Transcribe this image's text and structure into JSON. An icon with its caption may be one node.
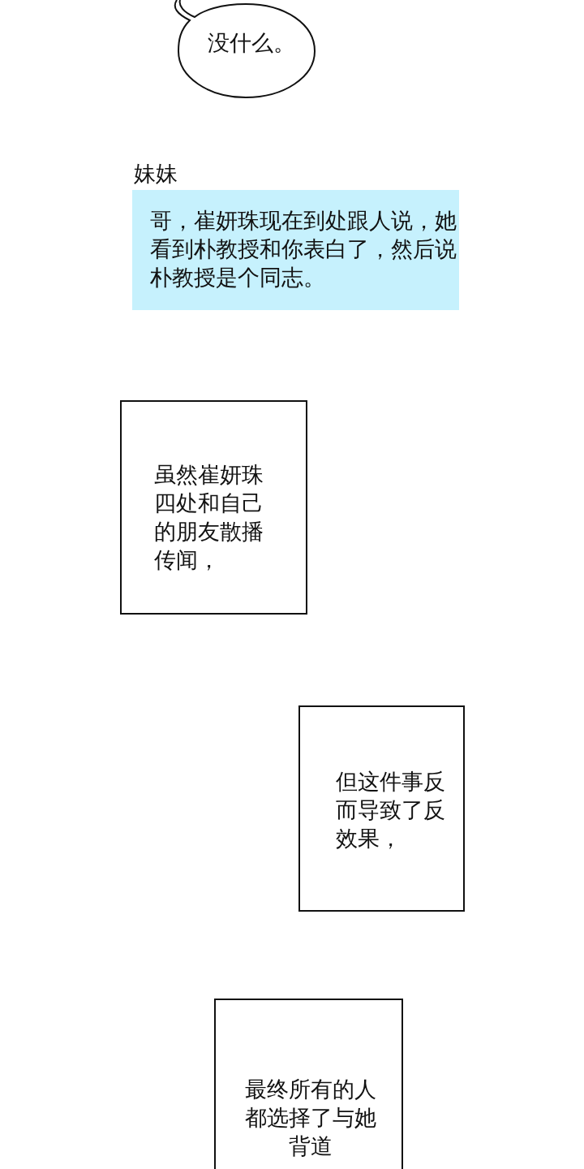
{
  "diagram": {
    "nodes": [
      {
        "text": [
          "没什么。"
        ]
      },
      {
        "text": [
          "妹妹",
          "哥，崔妍珠现在到处跟人说，她看到朴教授和你表白了，然后说朴教授是个同志。"
        ]
      },
      {
        "text": [
          "虽然崔妍珠四处和自己的朋友散播传闻，"
        ]
      },
      {
        "text": [
          "但这件事反而导致了反效果，"
        ]
      },
      {
        "text": [
          "最终所有的人都选择了与她背道"
        ]
      }
    ]
  }
}
